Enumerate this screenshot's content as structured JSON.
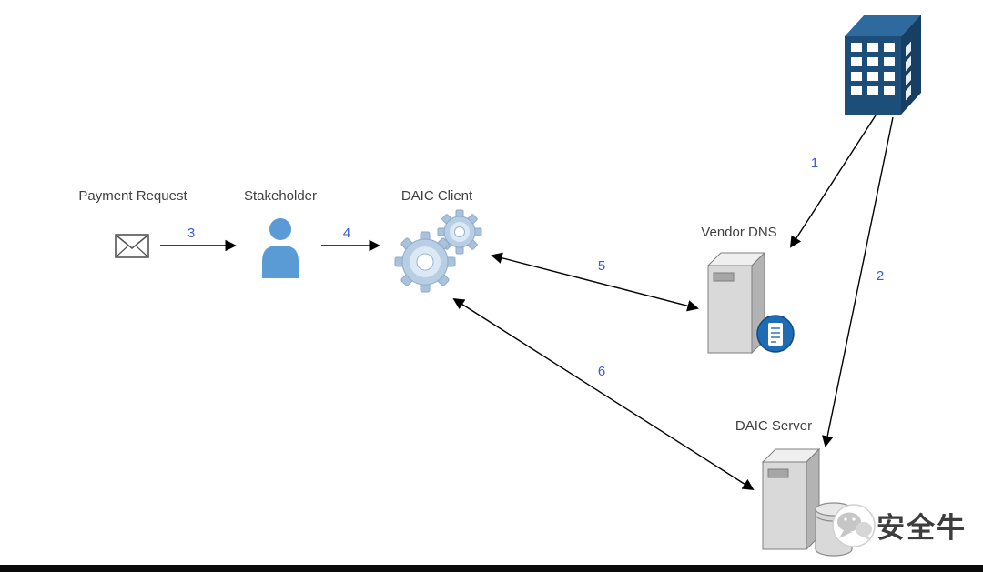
{
  "diagram": {
    "title": "",
    "nodes": {
      "payment_request": {
        "label": "Payment Request",
        "icon": "envelope-icon"
      },
      "stakeholder": {
        "label": "Stakeholder",
        "icon": "person-icon"
      },
      "daic_client": {
        "label": "DAIC Client",
        "icon": "gears-icon"
      },
      "vendor_dns": {
        "label": "Vendor DNS",
        "icon": "server-icon"
      },
      "daic_server": {
        "label": "DAIC Server",
        "icon": "server-database-icon"
      },
      "company": {
        "label": "",
        "icon": "office-building-icon"
      }
    },
    "edges": [
      {
        "label": "1",
        "from": "company",
        "to": "vendor_dns",
        "bidirectional": false
      },
      {
        "label": "2",
        "from": "company",
        "to": "daic_server",
        "bidirectional": false
      },
      {
        "label": "3",
        "from": "payment_request",
        "to": "stakeholder",
        "bidirectional": false
      },
      {
        "label": "4",
        "from": "stakeholder",
        "to": "daic_client",
        "bidirectional": false
      },
      {
        "label": "5",
        "from": "daic_client",
        "to": "vendor_dns",
        "bidirectional": true
      },
      {
        "label": "6",
        "from": "daic_client",
        "to": "daic_server",
        "bidirectional": true
      }
    ],
    "colors": {
      "edge_label": "#3a5bd9",
      "label": "#3f3f3f",
      "arrow": "#000000",
      "building_front": "#1d4e79",
      "building_top": "#2f6a9e",
      "building_side": "#163f63",
      "person": "#5b9bd5",
      "gear": "#b7cee4",
      "server_front": "#d9d9d9",
      "badge_blue": "#1e6db4"
    }
  },
  "watermark": {
    "text": "安全牛",
    "icon": "wechat-icon"
  }
}
